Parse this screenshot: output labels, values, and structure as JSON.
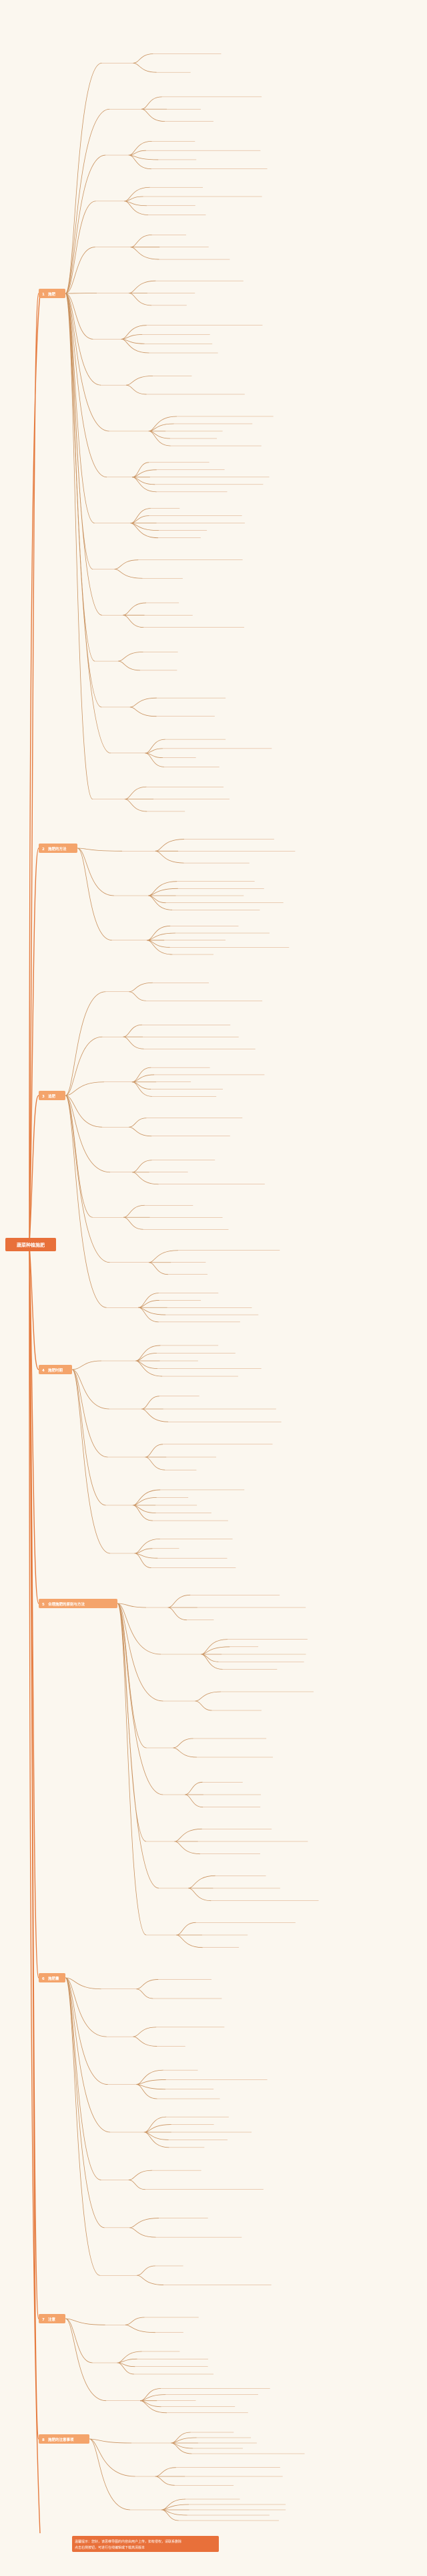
{
  "root": {
    "title": "蔬菜种植施肥"
  },
  "sections": [
    {
      "num": "1",
      "title": "施肥"
    },
    {
      "num": "2",
      "title": "施肥的方法"
    },
    {
      "num": "3",
      "title": "追肥"
    },
    {
      "num": "4",
      "title": "施肥时期"
    },
    {
      "num": "5",
      "title": "合理施肥的原则与方法"
    },
    {
      "num": "6",
      "title": "施肥量"
    },
    {
      "num": "7",
      "title": "注意"
    },
    {
      "num": "8",
      "title": "施肥的注意事项"
    }
  ],
  "footer": {
    "line1": "温馨提示：您好，该思维导图的内容由用户上传，如有侵权，请联系删除",
    "line2": "点击右侧按钮，可进行在线编辑或下载高清版本"
  },
  "colors": {
    "accent": "#e8703a",
    "section": "#f4a46b",
    "line": "#c9925f",
    "bg": "#fbf7ef"
  }
}
